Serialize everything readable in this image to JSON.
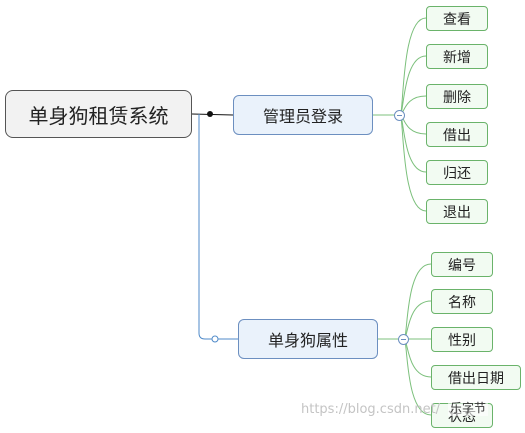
{
  "root": {
    "label": "单身狗租赁系统"
  },
  "branches": [
    {
      "label": "管理员登录",
      "children": [
        "查看",
        "新增",
        "删除",
        "借出",
        "归还",
        "退出"
      ]
    },
    {
      "label": "单身狗属性",
      "children": [
        "编号",
        "名称",
        "性别",
        "借出日期",
        "状态"
      ]
    }
  ],
  "watermark": {
    "url": "https://blog.csdn.net/",
    "brand": "乐字节"
  },
  "colors": {
    "branch_border": "#6c8fc0",
    "leaf_border": "#6ab36a",
    "connector": "#4f8ac9"
  }
}
